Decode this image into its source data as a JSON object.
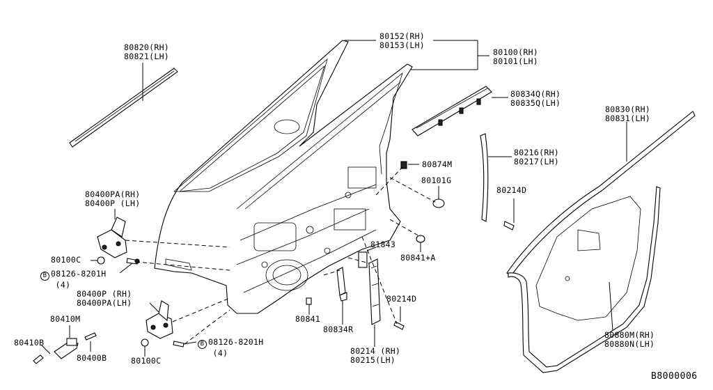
{
  "labels": {
    "weatherstrip_outer": [
      "80820(RH)",
      "80821(LH)"
    ],
    "sash": [
      "80152(RH)",
      "80153(LH)"
    ],
    "door_panel": [
      "80100(RH)",
      "80101(LH)"
    ],
    "molding": [
      "80834Q(RH)",
      "80835Q(LH)"
    ],
    "weatherstrip_body": [
      "80830(RH)",
      "80831(LH)"
    ],
    "hinge_upper": [
      "80400PA(RH)",
      "80400P (LH)"
    ],
    "grommet_874": "80874M",
    "plug_101": "80101G",
    "sash_trim": [
      "80216(RH)",
      "80217(LH)"
    ],
    "screw_214_upper": "80214D",
    "bolt_upper": "80100C",
    "bolt_spec_upper": [
      "08126-8201H",
      "(4)"
    ],
    "plug_843": "81843",
    "plug_841a": "80841+A",
    "hinge_lower": [
      "80400P (RH)",
      "80400PA(LH)"
    ],
    "check_link": "80410M",
    "check_bolt": "80410B",
    "check_screw": "80400B",
    "bolt_lower": "80100C",
    "bolt_spec_lower": [
      "08126-8201H",
      "(4)"
    ],
    "plug_841": "80841",
    "bracket_834": "80834R",
    "screw_214_lower": "80214D",
    "sash_lower": [
      "80214 (RH)",
      "80215(LH)"
    ],
    "seal": [
      "80880M(RH)",
      "80880N(LH)"
    ],
    "diagram_id": "B8000006",
    "circle_letter": "B"
  }
}
